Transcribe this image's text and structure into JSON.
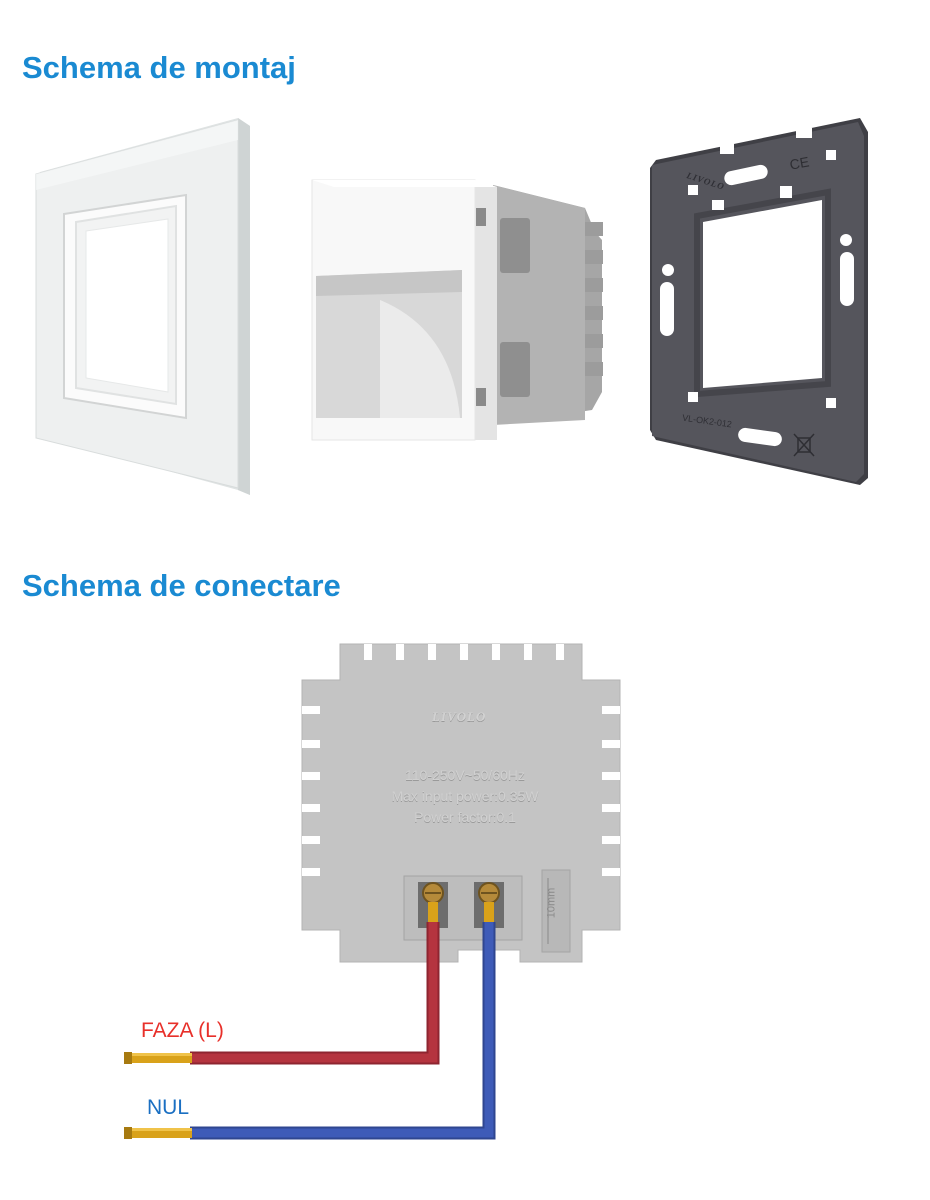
{
  "headings": {
    "mounting": "Schema de montaj",
    "wiring": "Schema de conectare"
  },
  "module": {
    "brand": "LIVOLO",
    "spec_voltage": "110-250V~50/60Hz",
    "spec_power": "Max input power:0.35W",
    "spec_factor": "Power factor:0.1",
    "strip_length": "10mm"
  },
  "frame": {
    "brand": "LIVOLO",
    "code": "VL-OK2-012"
  },
  "wires": {
    "phase_label": "FAZA (L)",
    "neutral_label": "NUL"
  },
  "colors": {
    "heading": "#1a8ad2",
    "phase_label": "#e8302a",
    "neutral_label": "#1a6fc2",
    "phase_wire": "#b5343f",
    "neutral_wire": "#3e5bb8",
    "copper": "#d9a21a",
    "module_body": "#c4c4c4",
    "mounting_frame": "#55555c",
    "glass_panel": "#e9ecec"
  },
  "icons": {
    "ce_mark": "ce-mark-icon",
    "weee": "crossed-bin-icon"
  }
}
